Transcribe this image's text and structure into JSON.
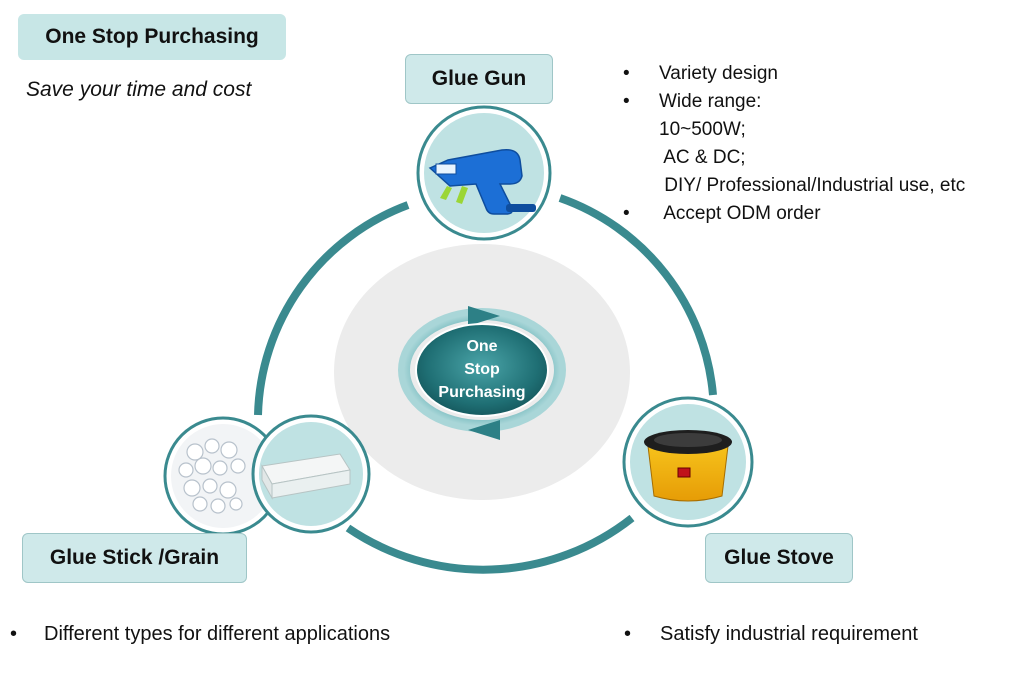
{
  "header": {
    "title": "One Stop Purchasing",
    "subtitle": "Save your time and cost"
  },
  "center": {
    "line1": "One",
    "line2": "Stop",
    "line3": "Purchasing"
  },
  "nodes": {
    "gun": {
      "label": "Glue Gun"
    },
    "stick": {
      "label": "Glue Stick /Grain"
    },
    "stove": {
      "label": "Glue Stove"
    }
  },
  "gun_bullets": {
    "b1": "Variety design",
    "b2": "Wide range:",
    "b2_l1": "10~500W;",
    "b2_l2": " AC & DC;",
    "b2_l3": " DIY/ Professional/Industrial use, etc",
    "b3": " Accept ODM order"
  },
  "stick_bullets": {
    "b1": "Different types for different applications"
  },
  "stove_bullets": {
    "b1": "Satisfy industrial requirement"
  },
  "colors": {
    "teal": "#3a8a8f",
    "teal_dark": "#1d6a70",
    "box_fill": "#cfe9ea",
    "circle_fill": "#bfe2e3",
    "center_disc": "#ececec"
  },
  "icons": {
    "bullet": "•"
  }
}
